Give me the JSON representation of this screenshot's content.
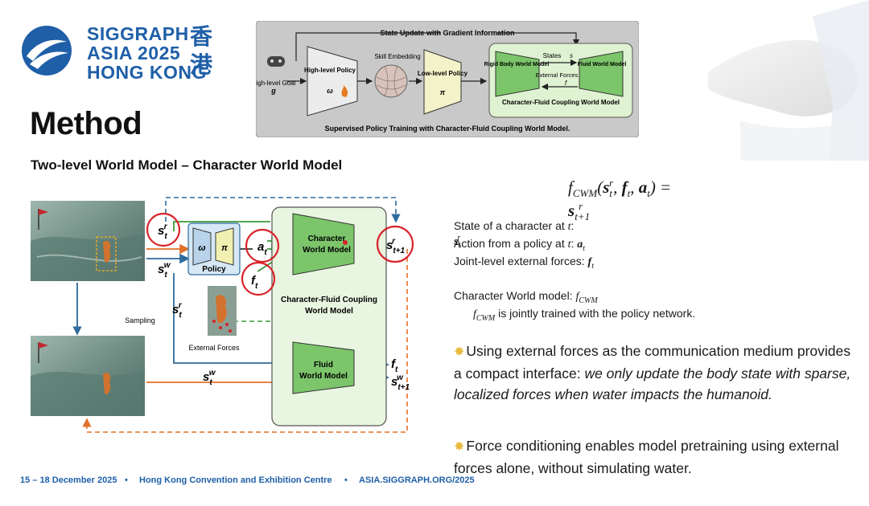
{
  "logo": {
    "lines": [
      "SIGGRAPH",
      "ASIA 2025",
      "HONG KONG"
    ],
    "cjk": [
      "香",
      "港"
    ]
  },
  "title": "Method",
  "subtitle": "Two-level World Model – Character World Model",
  "top_diagram": {
    "header": "State Update with Gradient Information",
    "goal_label": "High-level Goal",
    "goal_symbol": "g",
    "high_policy": "High-level Policy",
    "high_policy_symbol": "ω",
    "skill_embedding": "Skill Embedding",
    "low_policy": "Low-level Policy",
    "low_policy_symbol": "π",
    "rigid_model": "Rigid Body World Model",
    "fluid_model": "Fluid World Model",
    "states": "States",
    "states_symbol": "s",
    "forces": "External Forces",
    "forces_symbol": "f",
    "coupling_caption": "Character-Fluid Coupling World Model",
    "caption": "Supervised Policy Training with Character-Fluid Coupling World Model."
  },
  "main_diagram": {
    "policy": "Policy",
    "omega": "ω",
    "pi": "π",
    "character_model": "Character World Model",
    "coupling_model": "Character-Fluid Coupling World Model",
    "fluid_model": "Fluid World Model",
    "sampling": "Sampling",
    "external_forces": "External Forces"
  },
  "equation": "f_CWM(s_t^r, f_t, a_t) = s_{t+1}^r",
  "definitions": {
    "state": "State of a character at t: s_t^r",
    "action": "Action from a policy at t: a_t",
    "forces": "Joint-level external forces: f_t",
    "cwm": "Character World model: f_CWM",
    "cwm_trained": "f_CWM is jointly trained with the policy network."
  },
  "bullets": [
    {
      "plain": "Using external forces as the communication medium provides a compact interface: ",
      "italic": "we only update the body state with sparse, localized forces when water impacts the humanoid."
    },
    {
      "plain": "Force conditioning enables model pretraining using external forces alone, without simulating water.",
      "italic": ""
    }
  ],
  "footer": {
    "dates": "15 – 18 December 2025",
    "venue": "Hong Kong Convention and Exhibition Centre",
    "url": "ASIA.SIGGRAPH.ORG/2025"
  },
  "colors": {
    "brand": "#1f5fa8",
    "green_fill": "#e8f5e0",
    "green_trap": "#7cc56b",
    "blue_arrow": "#2e6a9c",
    "orange_arrow": "#e2702a",
    "red_circle": "#d9232a"
  },
  "icons": [
    "gamepad-icon",
    "fire-icon",
    "sparkle-icon"
  ]
}
